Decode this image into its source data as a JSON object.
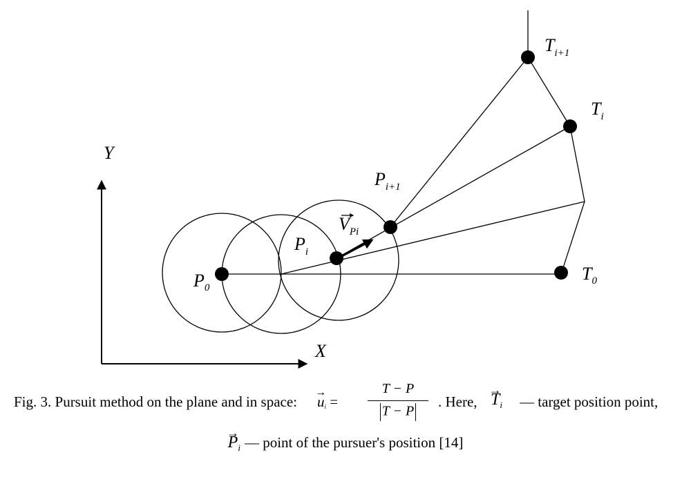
{
  "diagram": {
    "axis_labels": {
      "x": "X",
      "y": "Y"
    },
    "point_labels": {
      "p0": {
        "main": "P",
        "sub": "0"
      },
      "pi": {
        "main": "P",
        "sub": "i"
      },
      "pi1": {
        "main": "P",
        "sub": "i+1"
      },
      "t0": {
        "main": "T",
        "sub": "0"
      },
      "ti": {
        "main": "T",
        "sub": "i"
      },
      "ti1": {
        "main": "T",
        "sub": "i+1"
      }
    },
    "vector_label": {
      "main": "V",
      "sub": "Pi"
    }
  },
  "caption": {
    "line1_prefix": "Fig. 3. Pursuit method on the plane and in space:",
    "formula_lhs": "u",
    "formula_lhs_sub": "i",
    "formula_equals": "=",
    "formula_numerator": "T − P",
    "formula_denominator": "T − P",
    "line1_middle": ". Here,",
    "target_symbol": "T",
    "target_sub": "i",
    "target_desc": "— target position point,",
    "pursuer_symbol": "P",
    "pursuer_sub": "i",
    "pursuer_desc": "— point of the pursuer's position [14]"
  }
}
